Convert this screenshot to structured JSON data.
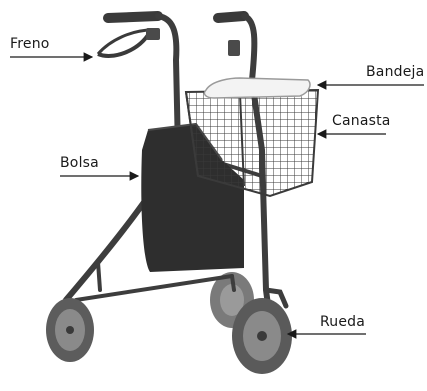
{
  "labels": {
    "freno": "Freno",
    "bandeja": "Bandeja",
    "canasta": "Canasta",
    "bolsa": "Bolsa",
    "rueda": "Rueda"
  },
  "colors": {
    "frame": "#3d3d3d",
    "bag": "#2e2e2e",
    "tray": "#f3f3f3",
    "wheel": "#6f6f6f",
    "text": "#1a1a1a"
  }
}
